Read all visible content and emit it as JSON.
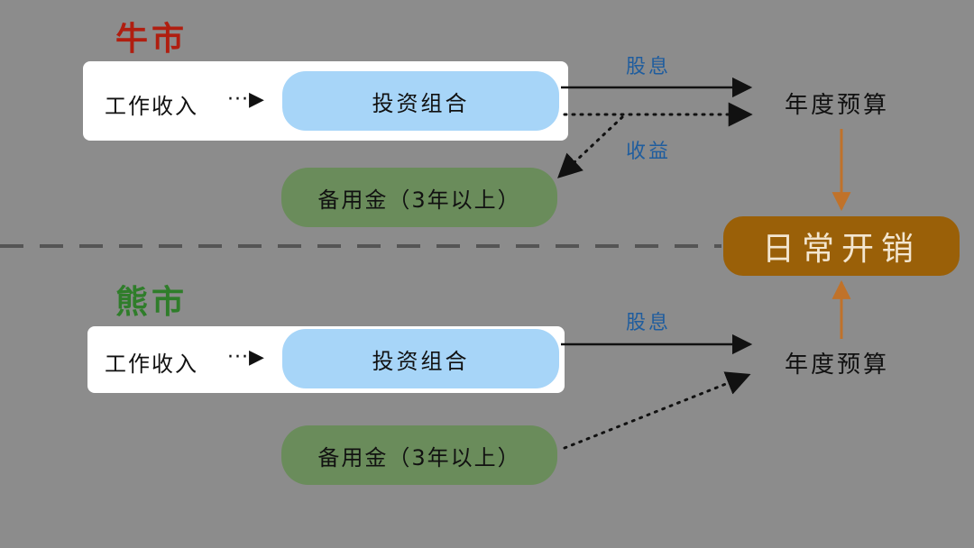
{
  "bull_market": {
    "title": "牛市",
    "income_label": "工作收入",
    "portfolio_label": "投资组合",
    "reserve_label": "备用金（3年以上）",
    "dividend_label": "股息",
    "return_label": "收益",
    "budget_label": "年度预算"
  },
  "bear_market": {
    "title": "熊市",
    "income_label": "工作收入",
    "portfolio_label": "投资组合",
    "reserve_label": "备用金（3年以上）",
    "dividend_label": "股息",
    "budget_label": "年度预算"
  },
  "daily_expenses_label": "日常开销",
  "connector_dots": "···▶",
  "colors": {
    "background": "#8c8c8c",
    "bull_title": "#b01e10",
    "bear_title": "#2f7d2a",
    "portfolio_fill": "#a7d5f8",
    "reserve_fill": "#6a8c5b",
    "expenses_fill": "#9a6008",
    "flow_label": "#1f5d9e",
    "budget_arrow": "#c0722a"
  }
}
